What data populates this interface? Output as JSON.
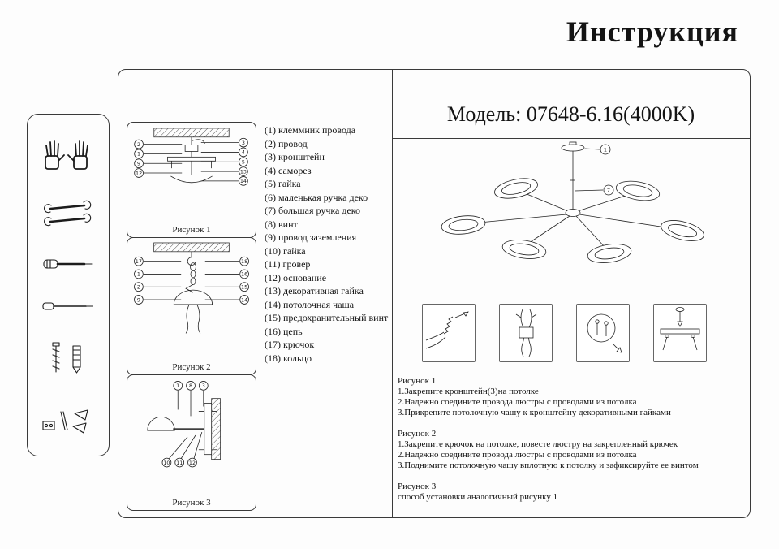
{
  "title": "Инструкция",
  "model": "Модель: 07648-6.16(4000K)",
  "figures": [
    {
      "caption": "Рисунок 1"
    },
    {
      "caption": "Рисунок 2"
    },
    {
      "caption": "Рисунок 3"
    }
  ],
  "parts": [
    "(1) клеммник провода",
    "(2) провод",
    "(3) кронштейн",
    "(4) саморез",
    "(5) гайка",
    "(6) маленькая ручка деко",
    "(7) большая ручка деко",
    "(8) винт",
    "(9) провод заземления",
    "(10) гайка",
    "(11) гровер",
    "(12) основание",
    "(13) декоративная гайка",
    "(14) потолочная чаша",
    "(15) предохранительный винт",
    "(16) цепь",
    "(17) крючок",
    "(18) кольцо"
  ],
  "callouts": {
    "fig1_left": [
      "2",
      "1",
      "9",
      "12"
    ],
    "fig1_right": [
      "3",
      "4",
      "5",
      "13",
      "14"
    ],
    "fig2_left": [
      "17",
      "1",
      "2",
      "9"
    ],
    "fig2_right": [
      "18",
      "16",
      "15",
      "14"
    ],
    "fig3_top": [
      "1",
      "8",
      "3"
    ],
    "fig3_bottom": [
      "10",
      "11",
      "12"
    ],
    "chandelier": [
      "1",
      "7"
    ]
  },
  "instructions": [
    {
      "title": "Рисунок 1",
      "steps": [
        "1.Закрепите кронштейн(3)на потолке",
        "2.Надежно соедините провода люстры с проводами из потолка",
        "3.Прикрепите потолочную чашу к кронштейну декоративными гайками"
      ]
    },
    {
      "title": "Рисунок 2",
      "steps": [
        "1.Закрепите крючок на потолке, повесте люстру на закрепленный крючек",
        "2.Надежно соедините провода люстры с проводами из потолка",
        "3.Поднимите потолочную чашу вплотную к потолку и зафиксируйте ее винтом"
      ]
    },
    {
      "title": "Рисунок 3",
      "steps": [
        "способ установки аналогичный рисунку 1"
      ]
    }
  ]
}
